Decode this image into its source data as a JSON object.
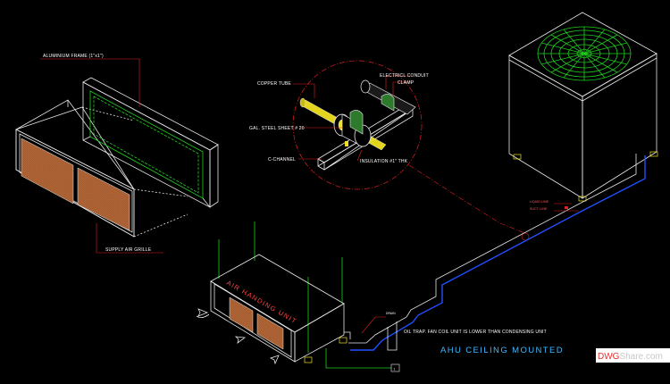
{
  "labels": {
    "aluminium_frame": "ALUMINIUM FRAME  (1\"x1\")",
    "supply_air_grille": "SUPPLY AIR GRILLE",
    "copper_tube": "COPPER TUBE",
    "electrical_conduit": "ELECTRICL CONDUIT",
    "clamp": "CLAMP",
    "gal_steel_sheet": "GAL. STEEL SHEET # 20",
    "c_channel": "C-CHANNEL",
    "insulation": "INSULATION #1\" THK",
    "ahu_unit_text": "AIR HANDING UNIT",
    "drain": "DRAIN",
    "oil_trap_note": "OIL TRAP. FAN COIL UNIT IS LOWER THAN CONDENSING UNIT",
    "pipe_tag_a": "LIQUID LINE",
    "pipe_tag_b": "SUCT. LINE",
    "callout_number": "1"
  },
  "title": "AHU CEILING MOUNTED",
  "watermark": {
    "prefix": "DWG",
    "suffix": "Share.com"
  },
  "colors": {
    "background": "#000000",
    "linework": "#e8e8e8",
    "frame_green": "#20d020",
    "leader_red": "#e02020",
    "grille_fill": "#b86a3a",
    "title_blue": "#3fb8ff",
    "pipe_blue": "#2050ff",
    "fitting_yellow": "#f0e020"
  }
}
